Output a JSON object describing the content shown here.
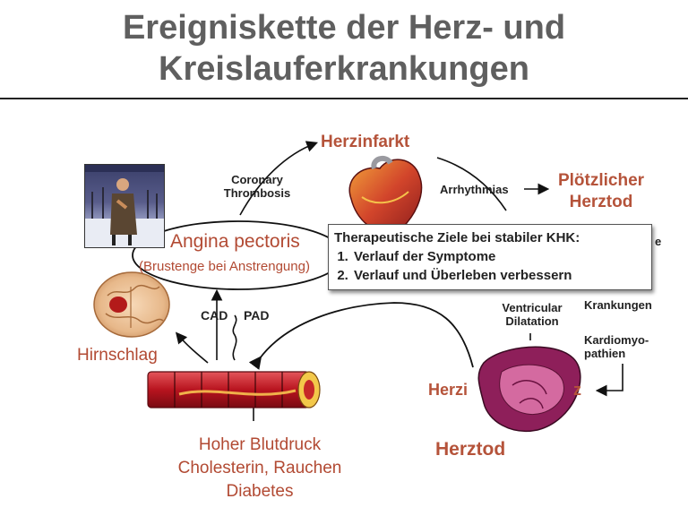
{
  "title": {
    "line1": "Ereigniskette der Herz- und",
    "line2": "Kreislauferkrankungen"
  },
  "nodes": {
    "herzinfarkt": "Herzinfarkt",
    "coronary_1": "Coronary",
    "coronary_2": "Thrombosis",
    "arrhythmias": "Arrhythmias",
    "ploetzlicher_1": "Plötzlicher",
    "ploetzlicher_2": "Herztod",
    "angina": "Angina pectoris",
    "angina_sub": "(Brustenge bei Anstrengung)",
    "cad": "CAD",
    "pad": "PAD",
    "hirnschlag": "Hirnschlag",
    "ventricular_1": "Ventricular",
    "ventricular_2": "Dilatation",
    "krankungen": "Krankungen",
    "kardio_1": "Kardiomyo-",
    "kardio_2": "pathien",
    "herzi_left": "Herzi",
    "herzi_right": "z",
    "herztod": "Herztod",
    "risk_1": "Hoher Blutdruck",
    "risk_2": "Cholesterin, Rauchen",
    "risk_3": "Diabetes",
    "edge_e": "e"
  },
  "callout": {
    "heading": "Therapeutische Ziele bei stabiler KHK:",
    "items": [
      "Verlauf der Symptome",
      "Verlauf und Überleben verbessern"
    ]
  },
  "colors": {
    "title": "#5f5f5f",
    "label_red": "#b5533a",
    "artery": "#c0202a",
    "heart_purple": "#8e1f5a"
  }
}
